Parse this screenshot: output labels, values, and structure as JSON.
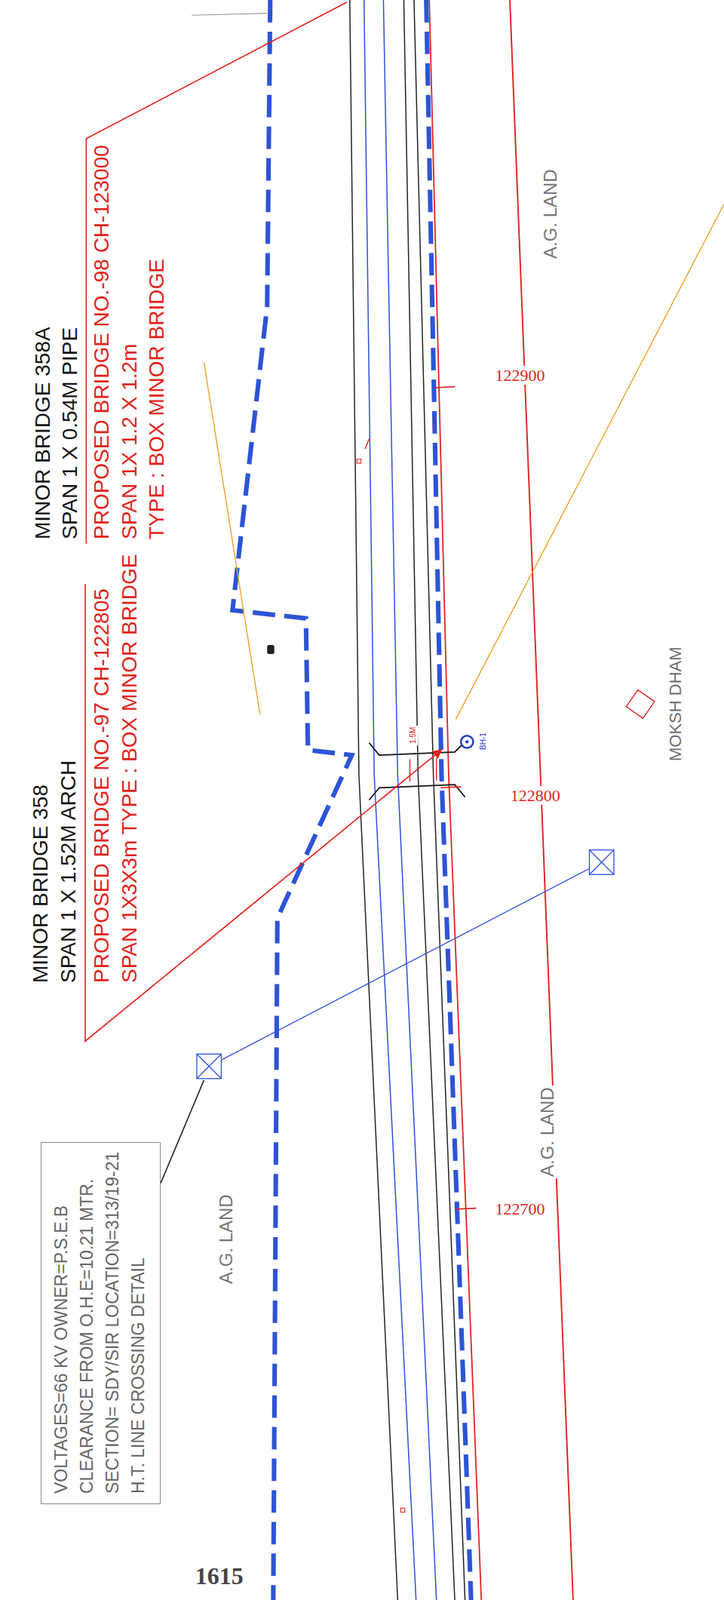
{
  "diagram": {
    "nodes": [
      {
        "text": [
          "VOLTAGES=66 KV OWNER=P.S.E.B",
          "CLEARANCE FROM O.H.E=10.21 MTR.",
          "SECTION= SDY/SIR LOCATION=313/19-21",
          "H.T. LINE CROSSING DETAIL"
        ]
      }
    ],
    "labels": [
      "MINOR BRIDGE 358A",
      "SPAN 1 X 0.54M PIPE",
      "PROPOSED BRIDGE NO.-98 CH-123000",
      "SPAN 1X 1.2 X 1.2m",
      "TYPE : BOX MINOR BRIDGE",
      "MINOR BRIDGE 358",
      "SPAN 1 X 1.52M ARCH",
      "PROPOSED BRIDGE NO.-97 CH-122805",
      "SPAN 1X3X3m TYPE : BOX MINOR BRIDGE",
      "A.G. LAND",
      "122900",
      "MOKSH DHAM",
      "1.5M",
      "BH-1",
      "122800",
      "A.G. LAND",
      "122700",
      "A.G. LAND",
      "1615"
    ]
  }
}
